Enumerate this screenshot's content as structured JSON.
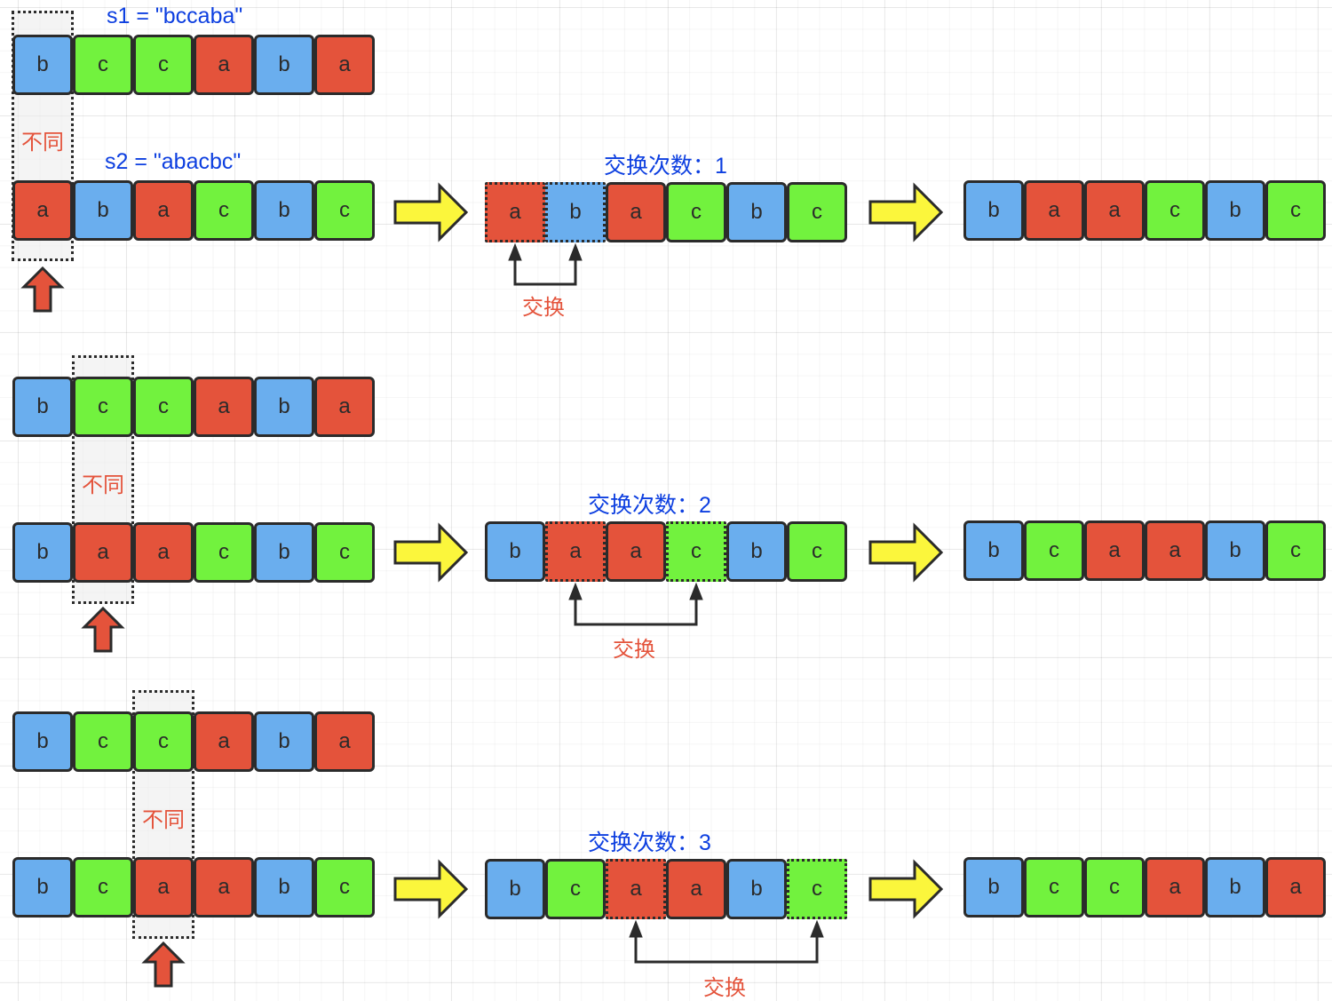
{
  "colors": {
    "a": "#e4533b",
    "b": "#6aaeee",
    "c": "#72f23e",
    "label_blue": "#0d3fe0",
    "label_red": "#e4533b",
    "arrow_yellow": "#fbf63c",
    "arrow_red": "#e4533b",
    "outline": "#2b2b2b"
  },
  "header": {
    "s1_label": "s1 = \"bccaba\"",
    "s2_label": "s2 = \"abacbc\""
  },
  "icons": {
    "transition_arrow": "yellow-right-arrow-icon",
    "pointer_arrow": "red-up-arrow-icon",
    "swap_bracket": "swap-bracket-icon"
  },
  "steps": [
    {
      "diff_label": "不同",
      "diff_index": 0,
      "s1": [
        "b",
        "c",
        "c",
        "a",
        "b",
        "a"
      ],
      "s2": [
        "a",
        "b",
        "a",
        "c",
        "b",
        "c"
      ],
      "swap_count_label": "交换次数：1",
      "swap_label": "交换",
      "swap_indices": [
        0,
        1
      ],
      "swapping": [
        "a",
        "b",
        "a",
        "c",
        "b",
        "c"
      ],
      "result": [
        "b",
        "a",
        "a",
        "c",
        "b",
        "c"
      ]
    },
    {
      "diff_label": "不同",
      "diff_index": 1,
      "s1": [
        "b",
        "c",
        "c",
        "a",
        "b",
        "a"
      ],
      "s2": [
        "b",
        "a",
        "a",
        "c",
        "b",
        "c"
      ],
      "swap_count_label": "交换次数：2",
      "swap_label": "交换",
      "swap_indices": [
        1,
        3
      ],
      "swapping": [
        "b",
        "a",
        "a",
        "c",
        "b",
        "c"
      ],
      "result": [
        "b",
        "c",
        "a",
        "a",
        "b",
        "c"
      ]
    },
    {
      "diff_label": "不同",
      "diff_index": 2,
      "s1": [
        "b",
        "c",
        "c",
        "a",
        "b",
        "a"
      ],
      "s2": [
        "b",
        "c",
        "a",
        "a",
        "b",
        "c"
      ],
      "swap_count_label": "交换次数：3",
      "swap_label": "交换",
      "swap_indices": [
        2,
        5
      ],
      "swapping": [
        "b",
        "c",
        "a",
        "a",
        "b",
        "c"
      ],
      "result": [
        "b",
        "c",
        "c",
        "a",
        "b",
        "a"
      ]
    }
  ]
}
